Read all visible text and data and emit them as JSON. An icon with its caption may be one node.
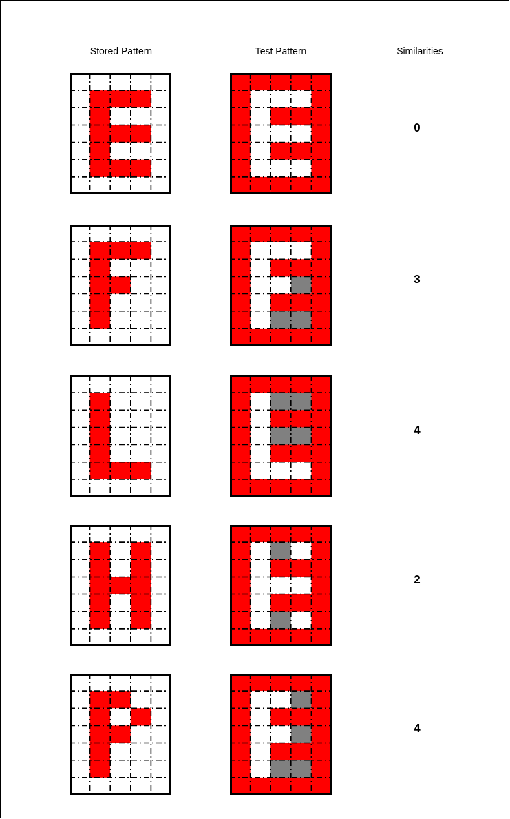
{
  "diagram": {
    "labels": [
      "Stored Pattern",
      "Test Pattern",
      "Similarities",
      "0",
      "3",
      "4",
      "2",
      "4"
    ]
  }
}
